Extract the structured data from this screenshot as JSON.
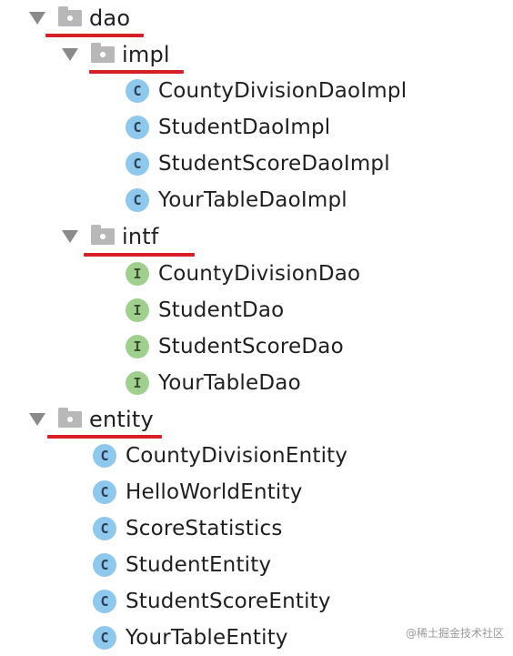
{
  "tree": {
    "dao": {
      "label": "dao",
      "impl": {
        "label": "impl",
        "items": [
          "CountyDivisionDaoImpl",
          "StudentDaoImpl",
          "StudentScoreDaoImpl",
          "YourTableDaoImpl"
        ]
      },
      "intf": {
        "label": "intf",
        "items": [
          "CountyDivisionDao",
          "StudentDao",
          "StudentScoreDao",
          "YourTableDao"
        ]
      }
    },
    "entity": {
      "label": "entity",
      "items": [
        "CountyDivisionEntity",
        "HelloWorldEntity",
        "ScoreStatistics",
        "StudentEntity",
        "StudentScoreEntity",
        "YourTableEntity"
      ]
    }
  },
  "icons": {
    "class_letter": "C",
    "interface_letter": "I"
  },
  "colors": {
    "class_badge": "#8ec8ec",
    "interface_badge": "#9fd08e",
    "folder": "#b8b8b8",
    "underline": "#d71f26"
  },
  "watermark": "@稀土掘金技术社区"
}
